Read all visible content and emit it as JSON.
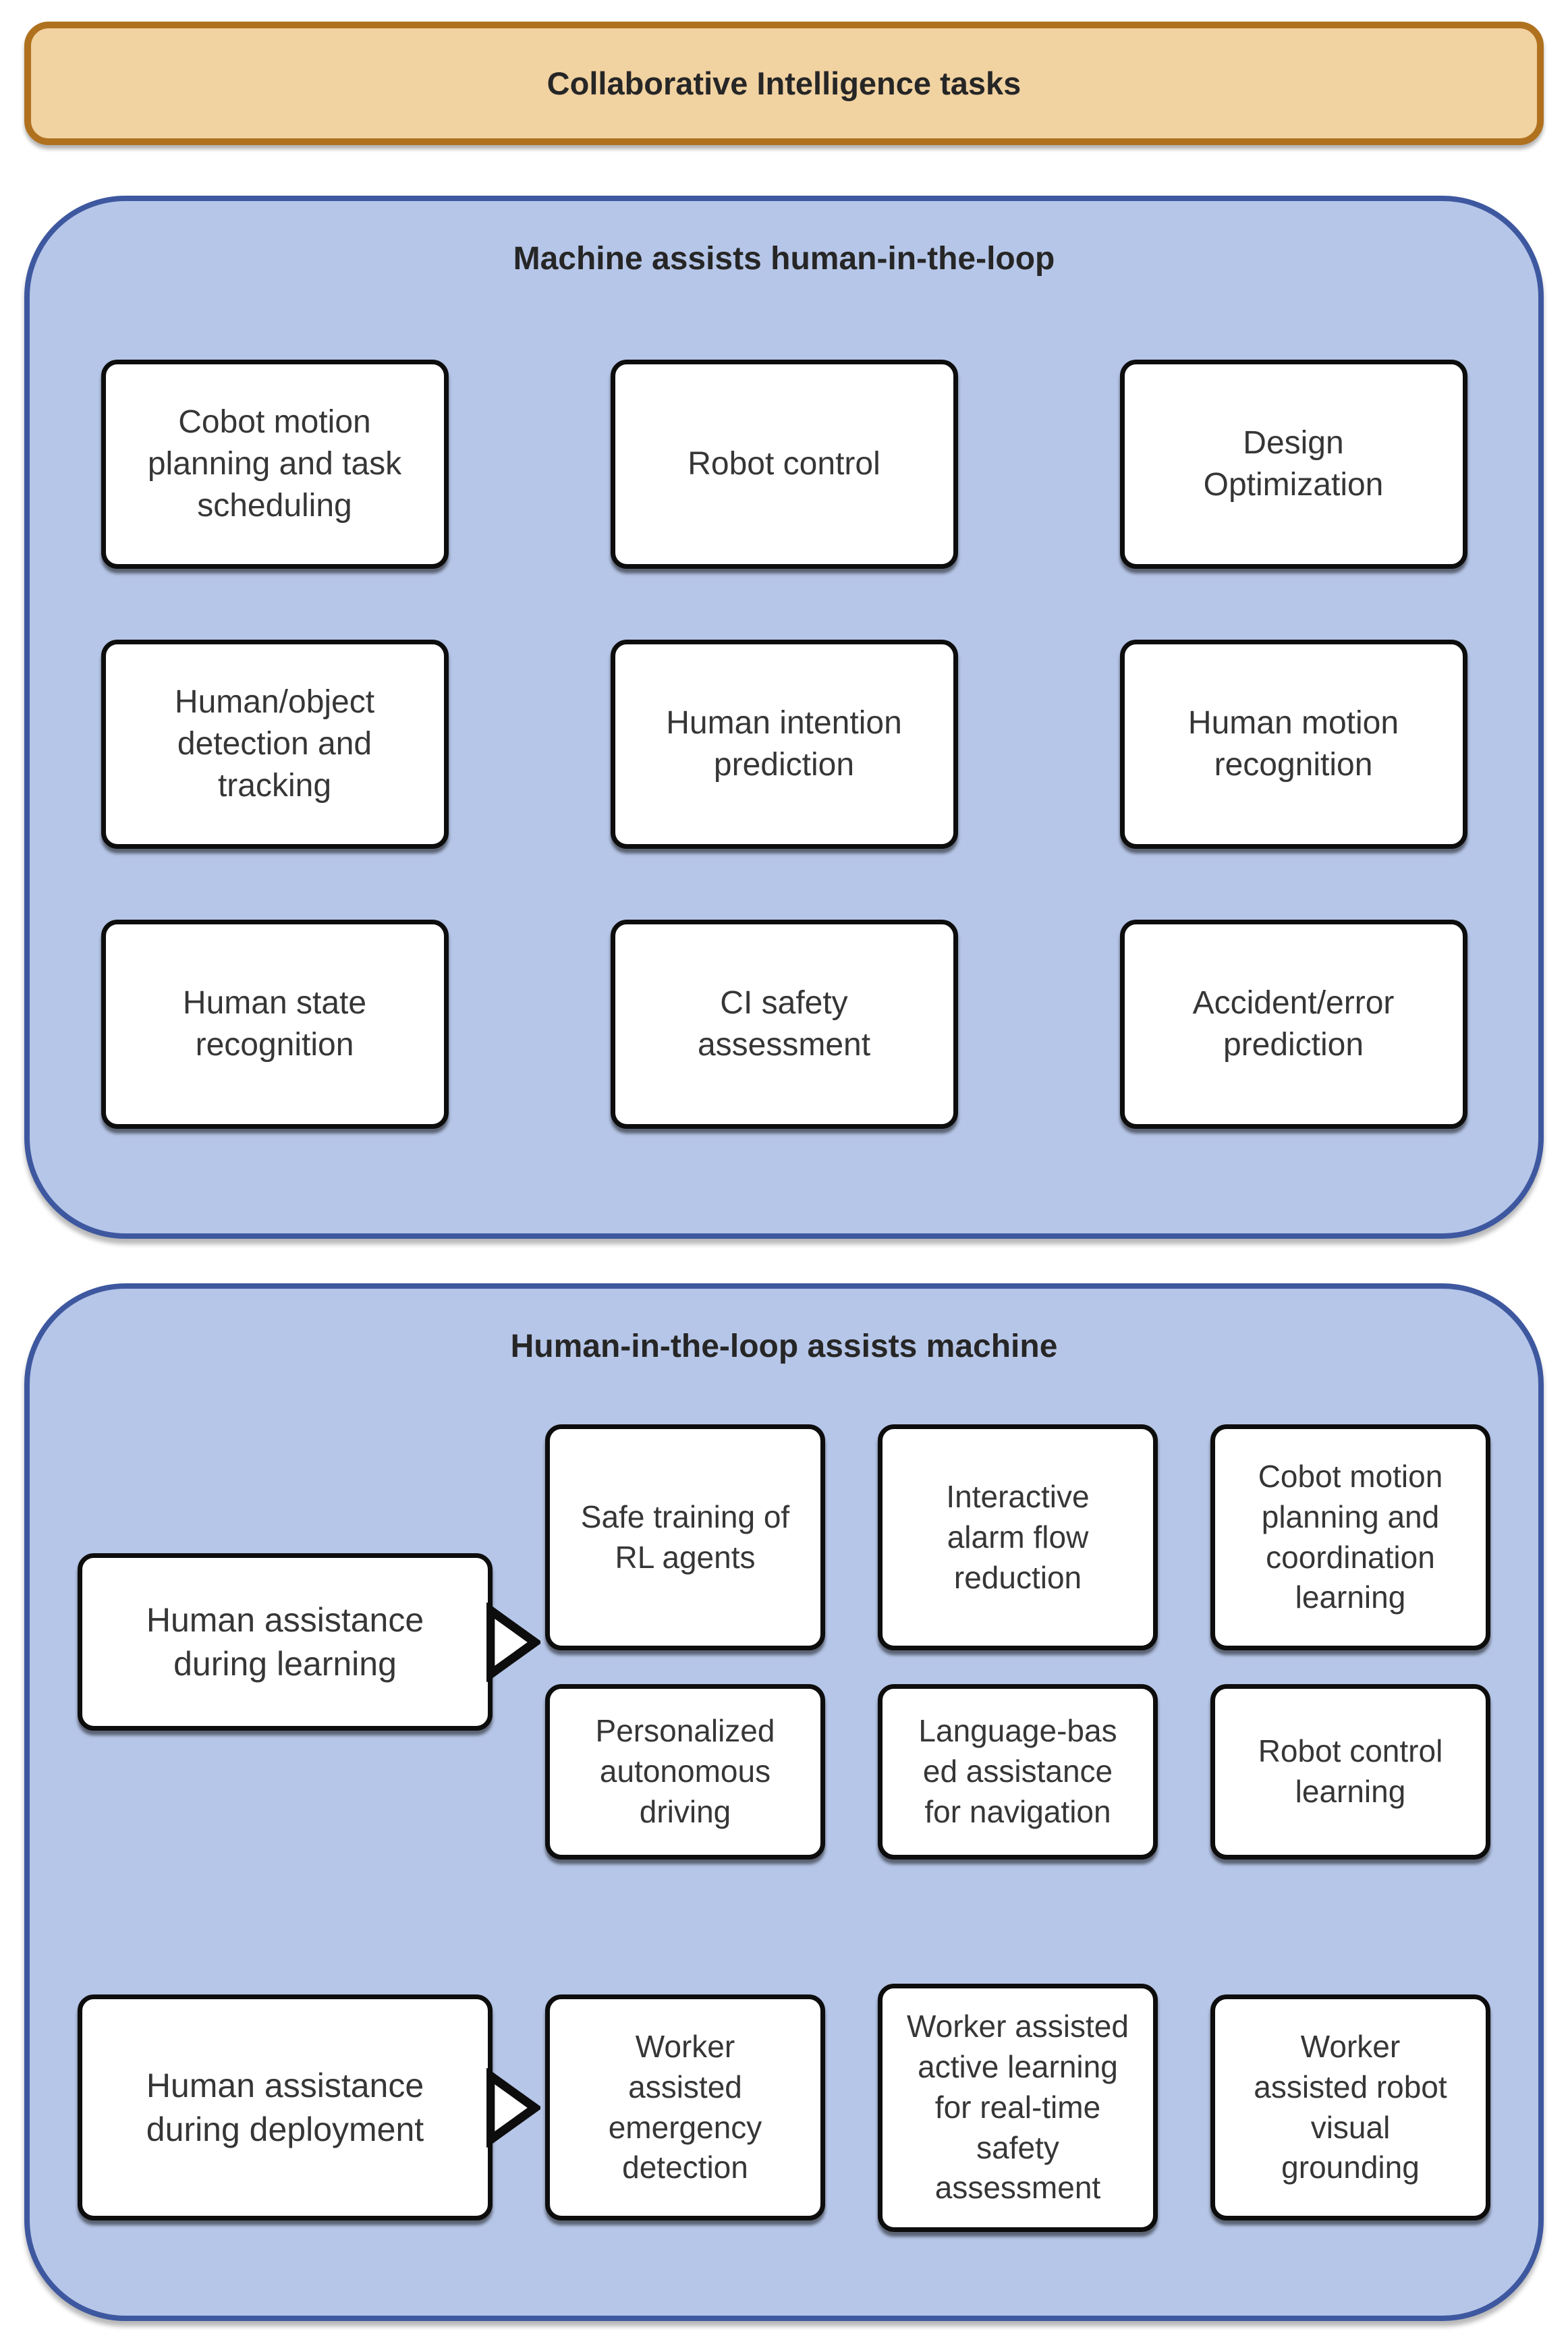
{
  "colors": {
    "banner_fill": "#F1D2A1",
    "banner_border": "#B0711F",
    "panel_fill": "#B6C6E8",
    "panel_border": "#3E58A0",
    "task_box_fill": "#FFFFFF",
    "task_box_border": "#0D0D0D",
    "title_text": "#262626",
    "box_text": "#363636"
  },
  "banner": {
    "title": "Collaborative Intelligence tasks"
  },
  "machine_assists": {
    "title": "Machine assists human-in-the-loop",
    "boxes": [
      "Cobot motion\nplanning and task\nscheduling",
      "Robot control",
      "Design\nOptimization",
      "Human/object\ndetection and\ntracking",
      "Human intention\nprediction",
      "Human motion\nrecognition",
      "Human state\nrecognition",
      "CI safety\nassessment",
      "Accident/error\nprediction"
    ]
  },
  "human_assists": {
    "title": "Human-in-the-loop assists machine",
    "learning": {
      "source": "Human assistance\nduring learning",
      "row1": [
        "Safe training of\nRL agents",
        "Interactive\nalarm flow\nreduction",
        "Cobot motion\nplanning and\ncoordination\nlearning"
      ],
      "row2": [
        "Personalized\nautonomous\ndriving",
        "Language-bas\ned assistance\nfor navigation",
        "Robot control\nlearning"
      ]
    },
    "deployment": {
      "source": "Human assistance\nduring deployment",
      "row": [
        "Worker\nassisted\nemergency\ndetection",
        "Worker assisted\nactive learning\nfor real-time\nsafety\nassessment",
        "Worker\nassisted robot\nvisual\ngrounding"
      ]
    }
  }
}
